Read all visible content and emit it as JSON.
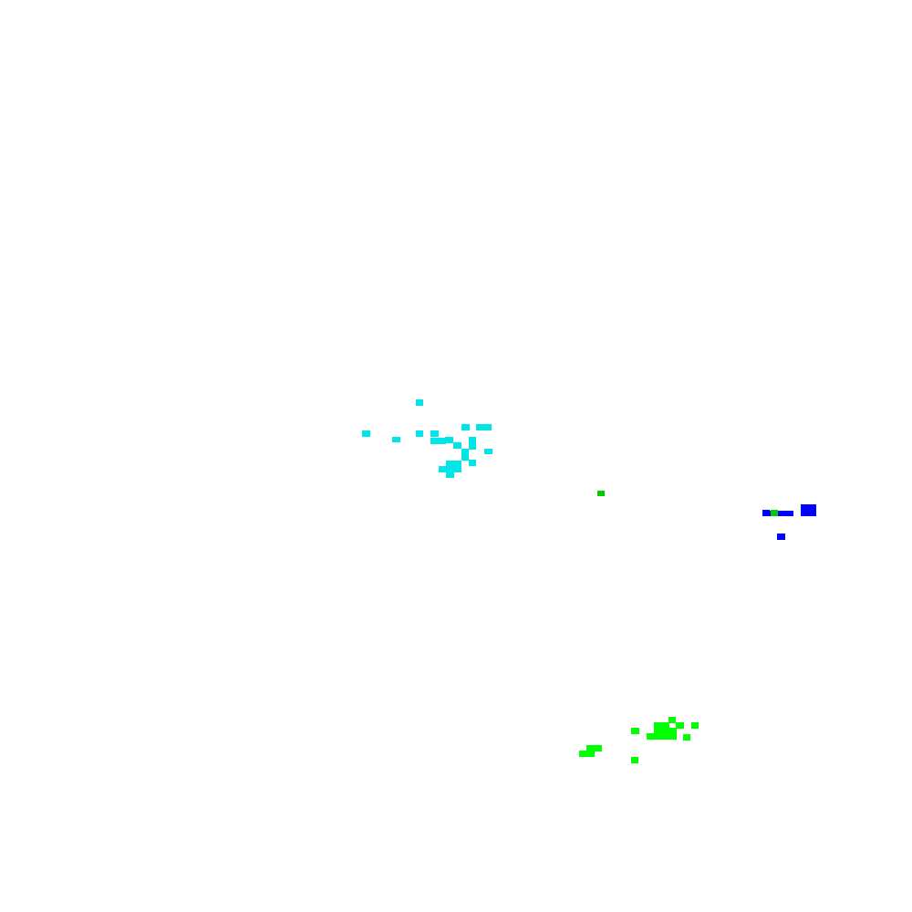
{
  "background_color": "#ffffff",
  "clusters": [
    {
      "name": "cyan-cluster",
      "color": "#00e5e5"
    },
    {
      "name": "green-dot",
      "color": "#00cc00"
    },
    {
      "name": "blue-cluster",
      "color": "#0000ff"
    },
    {
      "name": "green-cluster",
      "color": "#00ff00"
    }
  ]
}
